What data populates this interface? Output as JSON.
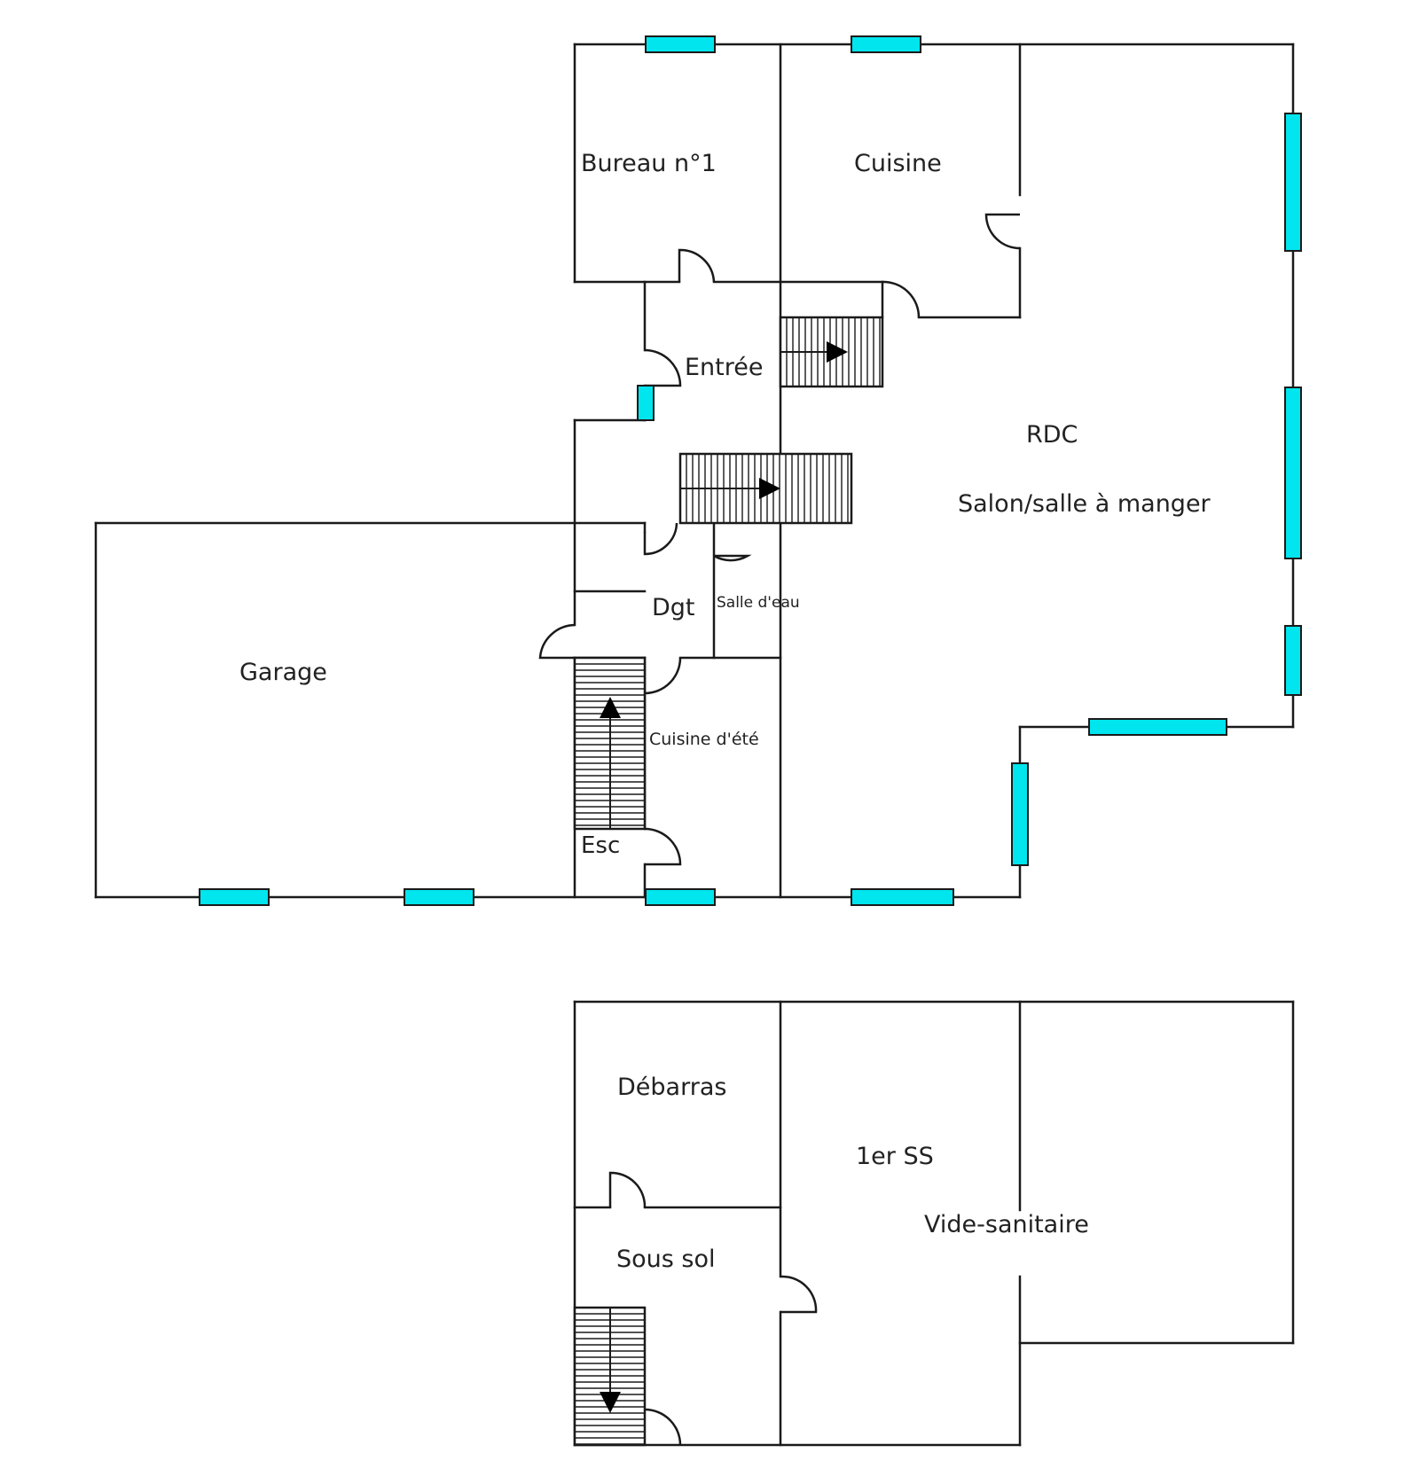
{
  "colors": {
    "window": "#00e5ee",
    "wall": "#1a1a1a",
    "background": "#ffffff"
  },
  "labels": {
    "bureau": "Bureau n°1",
    "cuisine": "Cuisine",
    "entree": "Entrée",
    "rdc": "RDC",
    "salon": "Salon/salle à manger",
    "garage": "Garage",
    "dgt": "Dgt",
    "salle_eau": "Salle d'eau",
    "cuisine_ete": "Cuisine d'été",
    "esc": "Esc",
    "debarras": "Débarras",
    "premier_ss": "1er SS",
    "vide_sanitaire": "Vide-sanitaire",
    "sous_sol": "Sous sol"
  }
}
